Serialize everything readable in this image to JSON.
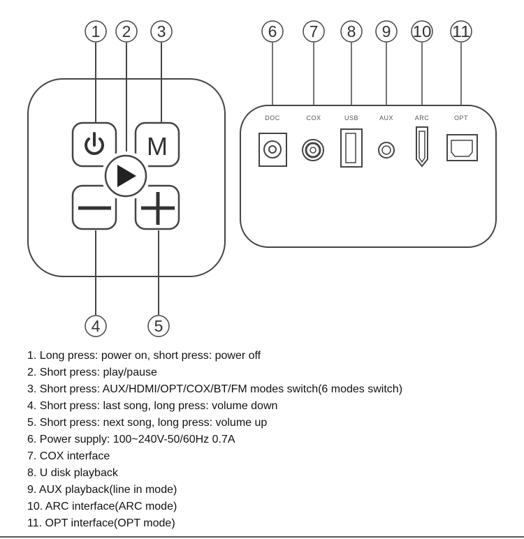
{
  "callouts": [
    "1",
    "2",
    "3",
    "4",
    "5",
    "6",
    "7",
    "8",
    "9",
    "10",
    "11"
  ],
  "control_panel": {
    "mode_button_label": "M"
  },
  "port_panel": {
    "port_labels": [
      "DOC",
      "COX",
      "USB",
      "AUX",
      "ARC",
      "OPT"
    ]
  },
  "legend": [
    "1. Long press: power on, short press: power off",
    "2. Short press: play/pause",
    "3. Short press: AUX/HDMI/OPT/COX/BT/FM modes switch(6 modes switch)",
    "4. Short press: last song, long press: volume down",
    "5. Short press: next song, long press: volume up",
    "6. Power supply: 100~240V-50/60Hz 0.7A",
    "7. COX interface",
    "8. U disk playback",
    "9. AUX playback(line in mode)",
    "10. ARC interface(ARC mode)",
    "11. OPT interface(OPT mode)"
  ],
  "colors": {
    "stroke": "#444444",
    "button_fill": "#ffffff",
    "icon": "#333333"
  }
}
